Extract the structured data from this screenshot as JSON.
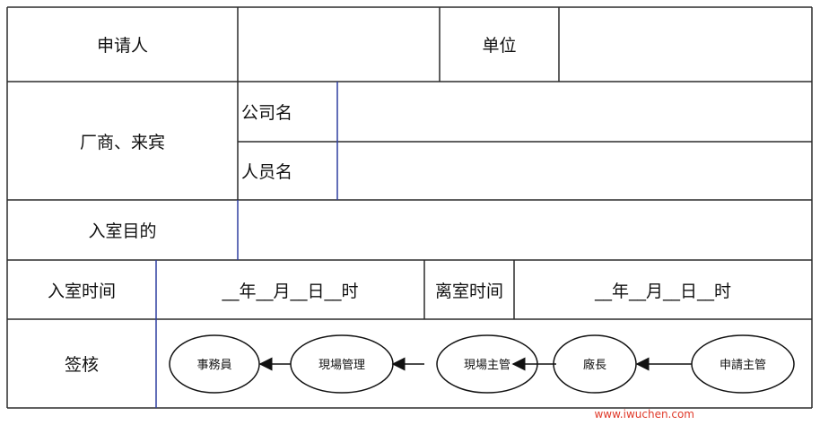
{
  "form": {
    "applicant_label": "申请人",
    "unit_label": "单位",
    "visitor_label": "厂商、来宾",
    "company_label": "公司名",
    "person_label": "人员名",
    "purpose_label": "入室目的",
    "entry_time_label": "入室时间",
    "exit_time_label": "离室时间",
    "date_template": "__年__月__日__时",
    "signoff_label": "签核"
  },
  "workflow": {
    "nodes": [
      "事務員",
      "現場管理",
      "現場主管",
      "廠長",
      "申請主管"
    ]
  },
  "watermark": "www.iwuchen.com"
}
